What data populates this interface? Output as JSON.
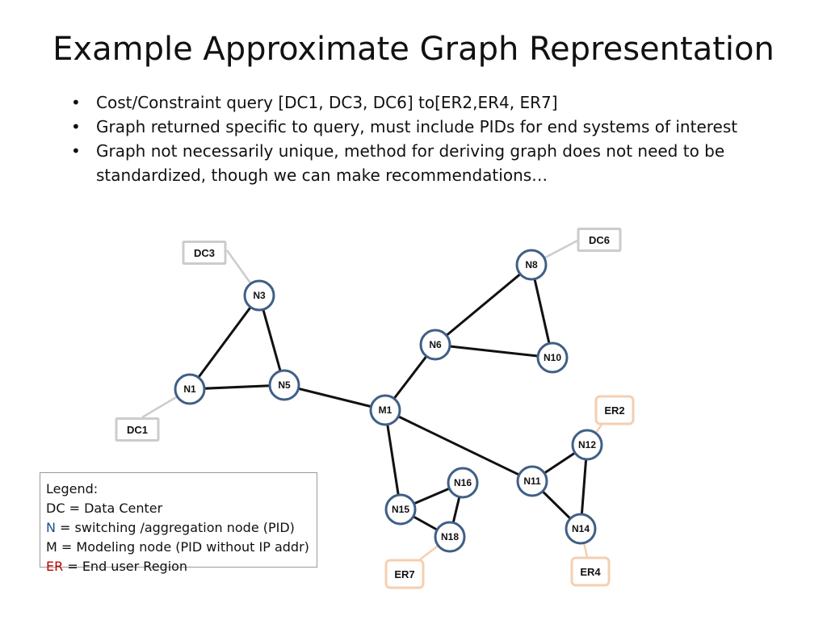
{
  "slide": {
    "title": "Example Approximate Graph Representation",
    "bullets": [
      "Cost/Constraint query [DC1, DC3, DC6] to[ER2,ER4, ER7]",
      "Graph returned specific to query, must include PIDs for end systems of interest",
      "Graph not necessarily unique, method for deriving graph does not need to be standardized, though we can make recommendations…"
    ]
  },
  "graph": {
    "nodes": [
      "N1",
      "N3",
      "N5",
      "N6",
      "N8",
      "N10",
      "M1",
      "N11",
      "N12",
      "N14",
      "N15",
      "N16",
      "N18"
    ],
    "endpoints": [
      "DC1",
      "DC3",
      "DC6",
      "ER2",
      "ER4",
      "ER7"
    ],
    "edges": [
      [
        "N1",
        "N3"
      ],
      [
        "N3",
        "N5"
      ],
      [
        "N1",
        "N5"
      ],
      [
        "N5",
        "M1"
      ],
      [
        "M1",
        "N6"
      ],
      [
        "N6",
        "N8"
      ],
      [
        "N8",
        "N10"
      ],
      [
        "N6",
        "N10"
      ],
      [
        "M1",
        "N15"
      ],
      [
        "M1",
        "N11"
      ],
      [
        "N11",
        "N12"
      ],
      [
        "N11",
        "N14"
      ],
      [
        "N12",
        "N14"
      ],
      [
        "N15",
        "N16"
      ],
      [
        "N15",
        "N18"
      ],
      [
        "N16",
        "N18"
      ]
    ],
    "attachments": [
      [
        "DC3",
        "N3"
      ],
      [
        "DC1",
        "N1"
      ],
      [
        "DC6",
        "N8"
      ],
      [
        "ER2",
        "N12"
      ],
      [
        "ER4",
        "N14"
      ],
      [
        "ER7",
        "N18"
      ]
    ]
  },
  "legend": {
    "heading": "Legend:",
    "dc_line": "DC = Data Center",
    "n_key": "N",
    "n_text": " = switching /aggregation node (PID)",
    "m_line": "M = Modeling node (PID without IP addr)",
    "er_key": "ER",
    "er_text": " = End user Region"
  },
  "colors": {
    "node_stroke": "#3f5f86",
    "dc_border": "#cccccc",
    "er_border": "#f5cfb0",
    "legend_n": "#1f4e8c",
    "legend_er": "#c00000"
  }
}
